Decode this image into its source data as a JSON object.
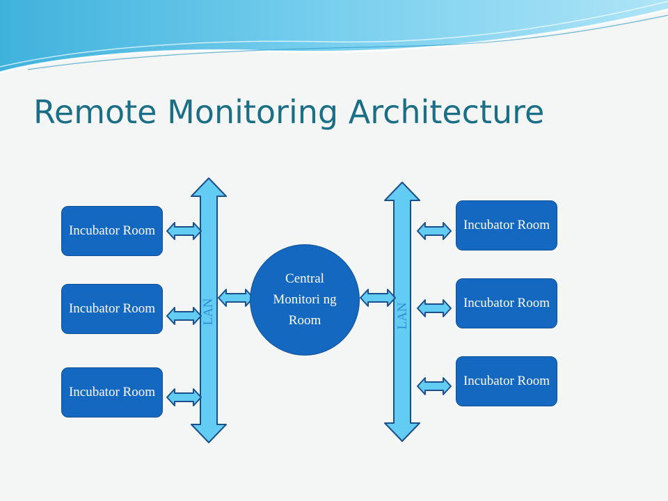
{
  "slide": {
    "title": "Remote Monitoring Architecture"
  },
  "diagram": {
    "bus_label": "LAN",
    "central": "Central Monitori ng Room",
    "rooms": {
      "left": [
        "Incubator Room",
        "Incubator Room",
        "Incubator Room"
      ],
      "right": [
        "Incubator Room",
        "Incubator Room",
        "Incubator Room"
      ]
    }
  },
  "colors": {
    "node_fill": "#1568c0",
    "bus_fill": "#63ccf2",
    "title": "#1a6e86",
    "lan_text": "#2a8fd6"
  }
}
